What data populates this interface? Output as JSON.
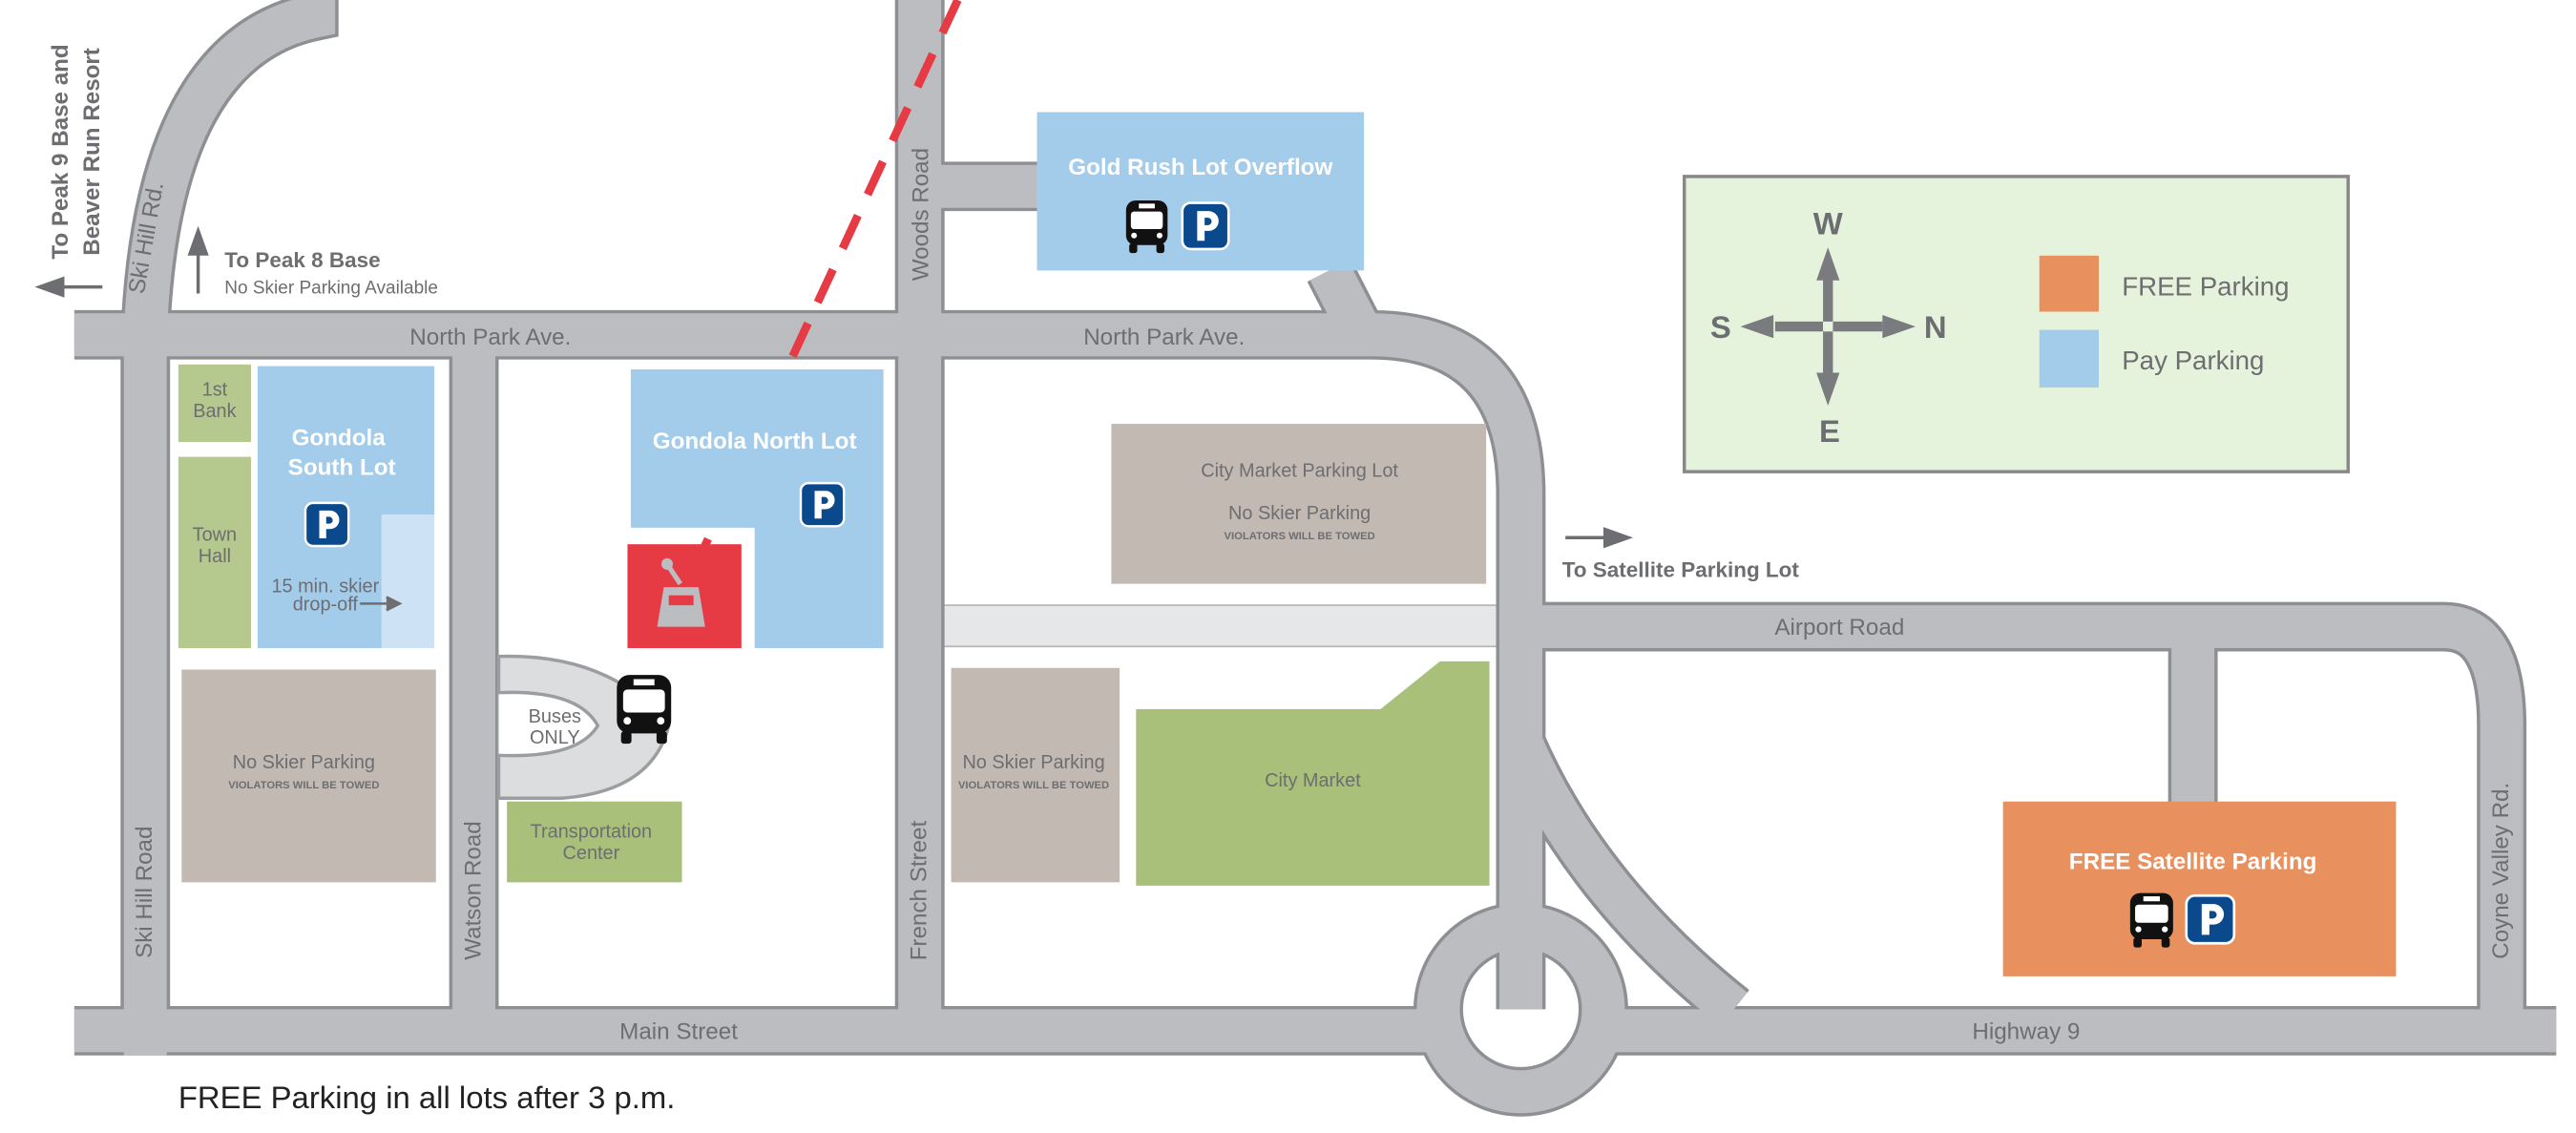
{
  "title": "Breckenridge Parking Map",
  "colors": {
    "free_parking": "#e8915f",
    "pay_parking": "#a3cbea",
    "building_green": "#b5c98f",
    "restricted": "#c2b9b3",
    "gondola": "#e63a44",
    "road": "#bcbdc0",
    "legend_bg": "#e6f3dc",
    "parking_sign": "#0a4a8c"
  },
  "roads": {
    "north_park_1": "North Park Ave.",
    "north_park_2": "North Park Ave.",
    "ski_hill_rd": "Ski Hill Rd.",
    "ski_hill_road": "Ski Hill Road",
    "watson_road": "Watson Road",
    "french_street": "French Street",
    "woods_road": "Woods Road",
    "main_street": "Main Street",
    "highway_9": "Highway 9",
    "airport_road": "Airport Road",
    "coyne_valley": "Coyne Valley Rd."
  },
  "directions": {
    "peak9_line1": "To Peak 9 Base and",
    "peak9_line2": "Beaver Run Resort",
    "peak8_title": "To Peak 8 Base",
    "peak8_sub": "No Skier Parking Available",
    "satellite": "To Satellite Parking Lot"
  },
  "lots": {
    "gold_rush": "Gold Rush Lot Overflow",
    "gondola_south_1": "Gondola",
    "gondola_south_2": "South Lot",
    "dropoff_1": "15 min. skier",
    "dropoff_2": "drop-off",
    "gondola_north": "Gondola North Lot",
    "satellite": "FREE Satellite Parking"
  },
  "buildings": {
    "bank_1": "1st",
    "bank_2": "Bank",
    "town_hall_1": "Town",
    "town_hall_2": "Hall",
    "no_skier_left": "No Skier Parking",
    "towed_left": "VIOLATORS WILL BE TOWED",
    "buses_1": "Buses",
    "buses_2": "ONLY",
    "transport_1": "Transportation",
    "transport_2": "Center",
    "city_market_lot": "City Market Parking Lot",
    "no_skier_cm": "No Skier Parking",
    "towed_cm": "VIOLATORS WILL BE TOWED",
    "no_skier_mid": "No Skier Parking",
    "towed_mid": "VIOLATORS WILL BE TOWED",
    "city_market": "City Market"
  },
  "legend": {
    "compass": {
      "w": "W",
      "s": "S",
      "n": "N",
      "e": "E"
    },
    "free": "FREE Parking",
    "pay": "Pay Parking"
  },
  "footer": "FREE Parking in all lots after 3 p.m."
}
